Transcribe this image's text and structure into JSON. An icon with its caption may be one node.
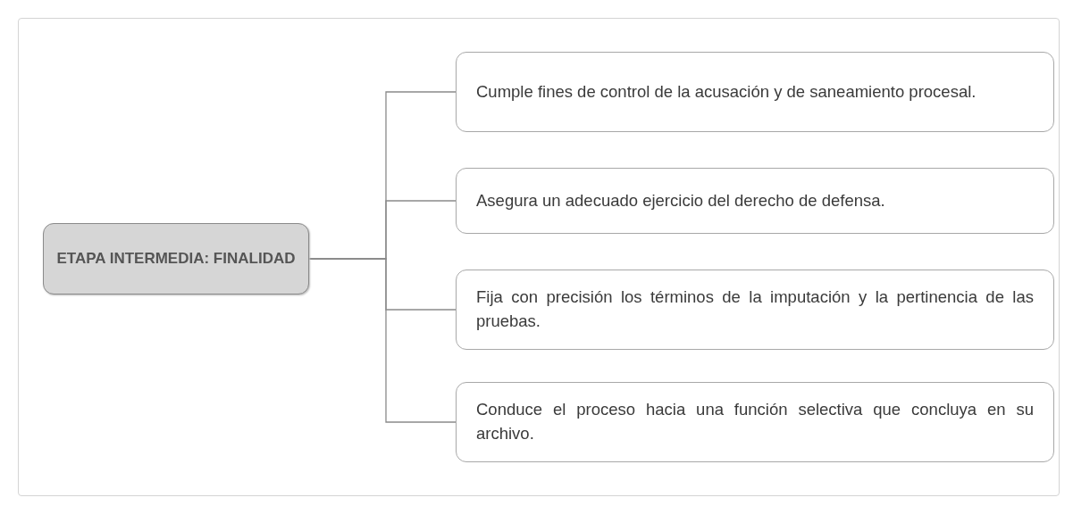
{
  "diagram": {
    "nodes": [
      {
        "text": [
          "ETAPA INTERMEDIA: FINALIDAD"
        ]
      },
      {
        "text": [
          "Cumple fines de control de la acusación y de saneamiento procesal."
        ]
      },
      {
        "text": [
          "Asegura un adecuado ejercicio del derecho de defensa."
        ]
      },
      {
        "text": [
          "Fija con precisión los términos de la imputación y la pertinencia de las pruebas."
        ]
      },
      {
        "text": [
          "Conduce el proceso hacia una función selectiva que concluya en su archivo."
        ]
      }
    ],
    "edges": [
      {
        "from": 0,
        "to": 1,
        "arrow": "none"
      },
      {
        "from": 0,
        "to": 2,
        "arrow": "none"
      },
      {
        "from": 0,
        "to": 3,
        "arrow": "none"
      },
      {
        "from": 0,
        "to": 4,
        "arrow": "none"
      }
    ]
  }
}
